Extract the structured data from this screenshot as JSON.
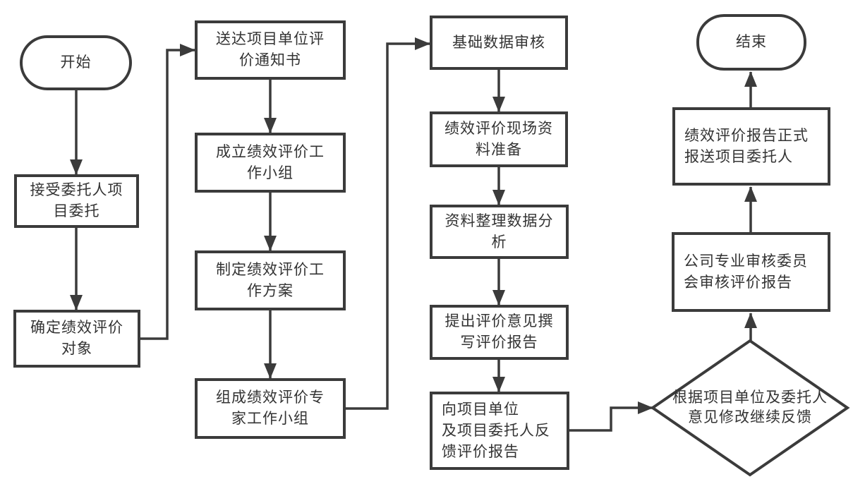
{
  "diagram": {
    "description": "绩效评价工作流程图",
    "colors": {
      "line": "#3b3b3b",
      "text": "#333333",
      "background": "#ffffff"
    },
    "nodes": {
      "start": {
        "type": "terminator",
        "label": "开始"
      },
      "accept_commission": {
        "type": "process",
        "label": "接受委托人项\n目委托"
      },
      "determine_object": {
        "type": "process",
        "label": "确定绩效评价\n对象"
      },
      "deliver_notice": {
        "type": "process",
        "label": "送达项目单位评\n价通知书"
      },
      "form_work_group": {
        "type": "process",
        "label": "成立绩效评价工\n作小组"
      },
      "make_work_plan": {
        "type": "process",
        "label": "制定绩效评价工\n作方案"
      },
      "form_expert_group": {
        "type": "process",
        "label": "组成绩效评价专\n家工作小组"
      },
      "base_data_review": {
        "type": "process",
        "label": "基础数据审核"
      },
      "site_material_prep": {
        "type": "process",
        "label": "绩效评价现场资\n料准备"
      },
      "data_analysis": {
        "type": "process",
        "label": "资料整理数据分\n析"
      },
      "draft_report": {
        "type": "process",
        "label": "提出评价意见撰\n写评价报告"
      },
      "feedback_report": {
        "type": "process",
        "label": "向项目单位\n及项目委托人反\n馈评价报告"
      },
      "revise_decision": {
        "type": "decision",
        "label": "根据项目单位及委托人\n意见修改继续反馈"
      },
      "committee_review": {
        "type": "process",
        "label": "公司专业审核委员\n会审核评价报告"
      },
      "formal_submit": {
        "type": "process",
        "label": "绩效评价报告正式\n报送项目委托人"
      },
      "end": {
        "type": "terminator",
        "label": "结束"
      }
    },
    "edges": [
      {
        "from": "start",
        "to": "accept_commission"
      },
      {
        "from": "accept_commission",
        "to": "determine_object"
      },
      {
        "from": "determine_object",
        "to": "deliver_notice"
      },
      {
        "from": "deliver_notice",
        "to": "form_work_group"
      },
      {
        "from": "form_work_group",
        "to": "make_work_plan"
      },
      {
        "from": "make_work_plan",
        "to": "form_expert_group"
      },
      {
        "from": "form_expert_group",
        "to": "base_data_review"
      },
      {
        "from": "base_data_review",
        "to": "site_material_prep"
      },
      {
        "from": "site_material_prep",
        "to": "data_analysis"
      },
      {
        "from": "data_analysis",
        "to": "draft_report"
      },
      {
        "from": "draft_report",
        "to": "feedback_report"
      },
      {
        "from": "feedback_report",
        "to": "revise_decision"
      },
      {
        "from": "revise_decision",
        "to": "committee_review"
      },
      {
        "from": "committee_review",
        "to": "formal_submit"
      },
      {
        "from": "formal_submit",
        "to": "end"
      }
    ]
  }
}
